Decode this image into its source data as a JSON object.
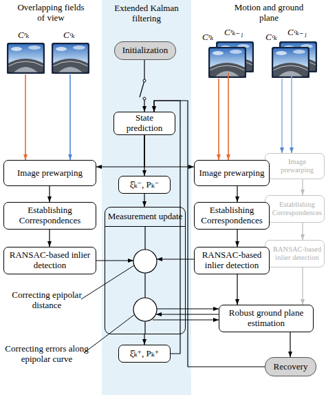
{
  "diagram": {
    "nodes": [
      {
        "text": [
          "Extended Kalman filtering"
        ]
      },
      {
        "text": [
          "Initialization"
        ],
        "in": 0
      },
      {
        "text": [
          "State prediction"
        ],
        "in": 0
      },
      {
        "text": [
          "Image prewarping"
        ]
      },
      {
        "text": [
          "Image prewarping"
        ]
      },
      {
        "text": [
          "Image prewarping"
        ]
      },
      {
        "text": [
          "ξ̂ₖ⁻, Pₖ⁻"
        ],
        "in": 0
      },
      {
        "text": [
          "Establishing Correspondences"
        ]
      },
      {
        "text": [
          "Establishing Correspondences"
        ]
      },
      {
        "text": [
          "Establishing Correspondences"
        ]
      },
      {
        "text": [
          "Measurement update"
        ],
        "in": 0
      },
      {
        "text": [
          "RANSAC-based inlier detection"
        ]
      },
      {
        "text": [
          "RANSAC-based inlier detection"
        ]
      },
      {
        "text": [
          "RANSAC-based inlier detection"
        ]
      },
      {
        "text": [
          "Robust ground plane estimation"
        ]
      },
      {
        "text": [
          "ξ̂ₖ⁺, Pₖ⁺"
        ],
        "in": 0
      },
      {
        "text": [
          "Recovery"
        ]
      }
    ],
    "edges": [
      {
        "from": 1,
        "to": 2,
        "arrow": "to"
      },
      {
        "from": 2,
        "to": 6,
        "arrow": "to"
      },
      {
        "from": 2,
        "to": 3,
        "arrow": "to"
      },
      {
        "from": 2,
        "to": 4,
        "arrow": "to"
      },
      {
        "from": 6,
        "to": 10,
        "arrow": "to"
      },
      {
        "from": 10,
        "to": 15,
        "arrow": "to"
      },
      {
        "from": 3,
        "to": 7,
        "arrow": "to"
      },
      {
        "from": 7,
        "to": 11,
        "arrow": "to"
      },
      {
        "from": 4,
        "to": 8,
        "arrow": "to"
      },
      {
        "from": 8,
        "to": 12,
        "arrow": "to"
      },
      {
        "from": 12,
        "to": 14,
        "arrow": "to"
      },
      {
        "from": 14,
        "to": 16,
        "arrow": "to"
      },
      {
        "from": 15,
        "to": 2,
        "arrow": "to"
      },
      {
        "from": 16,
        "to": 2,
        "arrow": "to"
      },
      {
        "from": 5,
        "to": 9,
        "arrow": "to"
      },
      {
        "from": 9,
        "to": 13,
        "arrow": "to"
      },
      {
        "from": 13,
        "to": 14,
        "arrow": "to"
      }
    ],
    "labels": [
      "Overlapping fields of view",
      "Motion and ground plane",
      "Cʳₖ",
      "Cᶜₖ",
      "Cʳₖ",
      "Cʳₖ₋₁",
      "Cᶜₖ",
      "Cᶜₖ₋₁",
      "Correcting epipolar distance",
      "Correcting errors along epipolar curve"
    ]
  }
}
